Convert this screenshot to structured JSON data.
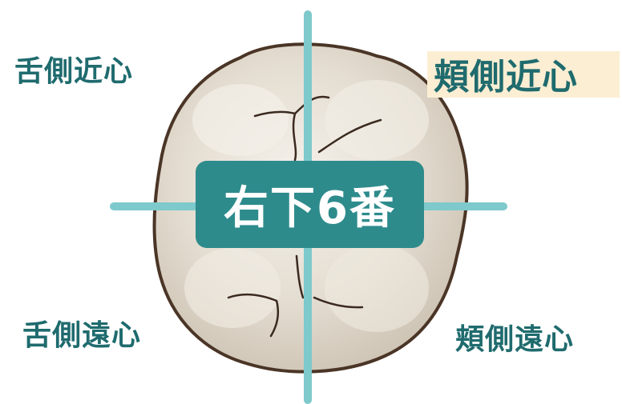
{
  "tooth": {
    "name": "右下6番"
  },
  "quadrants": {
    "top_left": "舌側近心",
    "top_right": "頬側近心",
    "bottom_left": "舌側遠心",
    "bottom_right": "頬側遠心"
  },
  "colors": {
    "label_text": "#1f6b6e",
    "center_box": "#2e8b8c",
    "axis_lines": "#7ec9cc",
    "highlight": "#fbeed3",
    "tooth_fill": "#e7e1d6",
    "tooth_outline": "#4a3526"
  }
}
